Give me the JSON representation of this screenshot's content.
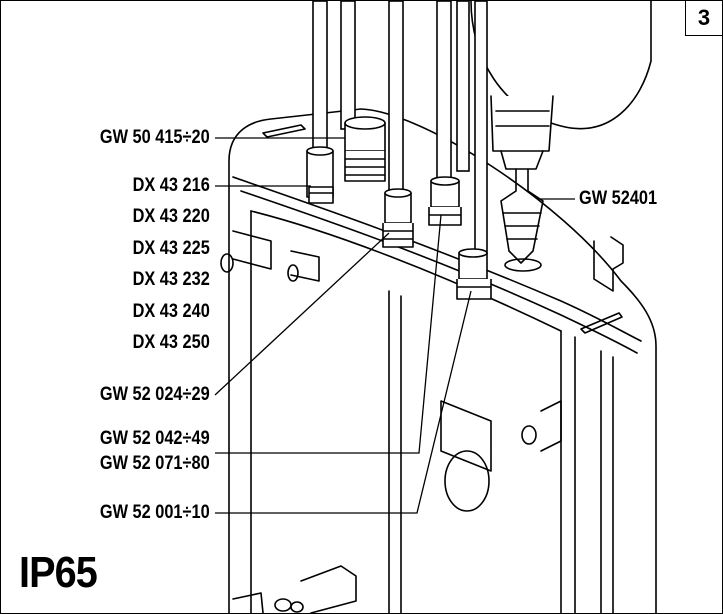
{
  "figure": {
    "page_number": "3",
    "ip_rating": "IP65",
    "callouts": {
      "gland_top": "GW 50 415÷20",
      "tube_codes": [
        "DX 43 216",
        "DX 43 220",
        "DX 43 225",
        "DX 43 232",
        "DX 43 240",
        "DX 43 250"
      ],
      "gland_mid": "GW 52 024÷29",
      "gland_pair": [
        "GW 52 042÷49",
        "GW 52 071÷80"
      ],
      "gland_low": "GW 52 001÷10",
      "drill_bit": "GW 52401"
    }
  }
}
